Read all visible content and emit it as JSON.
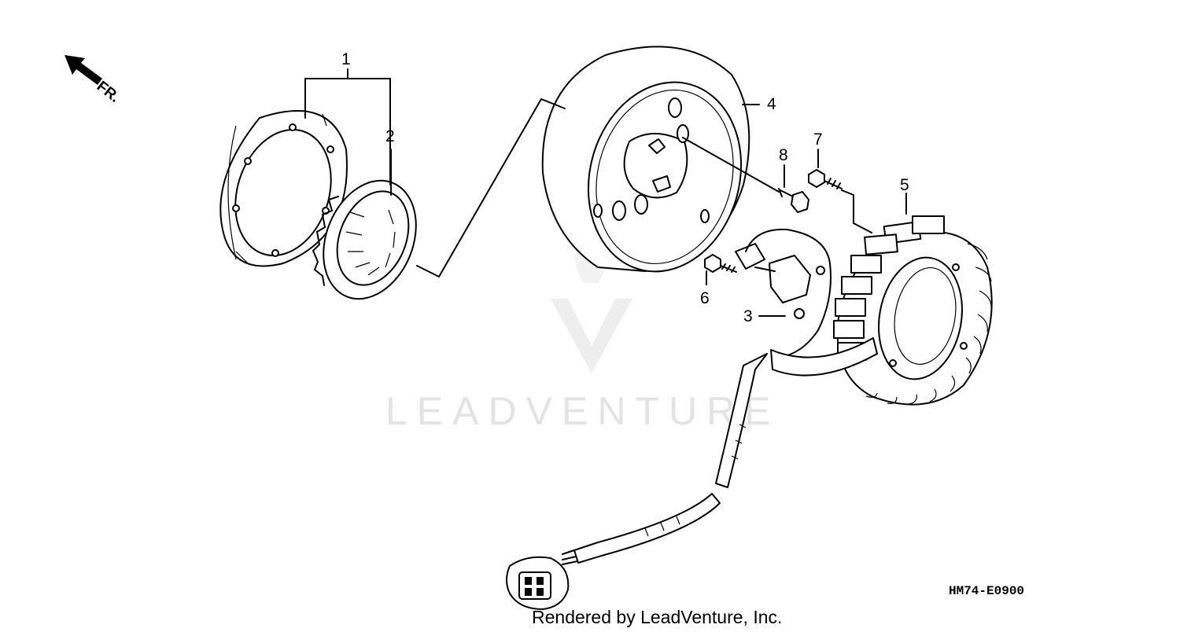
{
  "direction_indicator": {
    "label": "FR."
  },
  "callouts": [
    {
      "id": "1",
      "label": "1"
    },
    {
      "id": "2",
      "label": "2"
    },
    {
      "id": "3",
      "label": "3"
    },
    {
      "id": "4",
      "label": "4"
    },
    {
      "id": "5",
      "label": "5"
    },
    {
      "id": "6",
      "label": "6"
    },
    {
      "id": "7",
      "label": "7"
    },
    {
      "id": "8",
      "label": "8"
    }
  ],
  "diagram_code": "HM74-E0900",
  "footer": {
    "credit": "Rendered by LeadVenture, Inc."
  },
  "watermark": {
    "text": "LEADVENTURE"
  },
  "colors": {
    "line": "#000000",
    "background": "#ffffff",
    "watermark": "#e3e3e3"
  }
}
